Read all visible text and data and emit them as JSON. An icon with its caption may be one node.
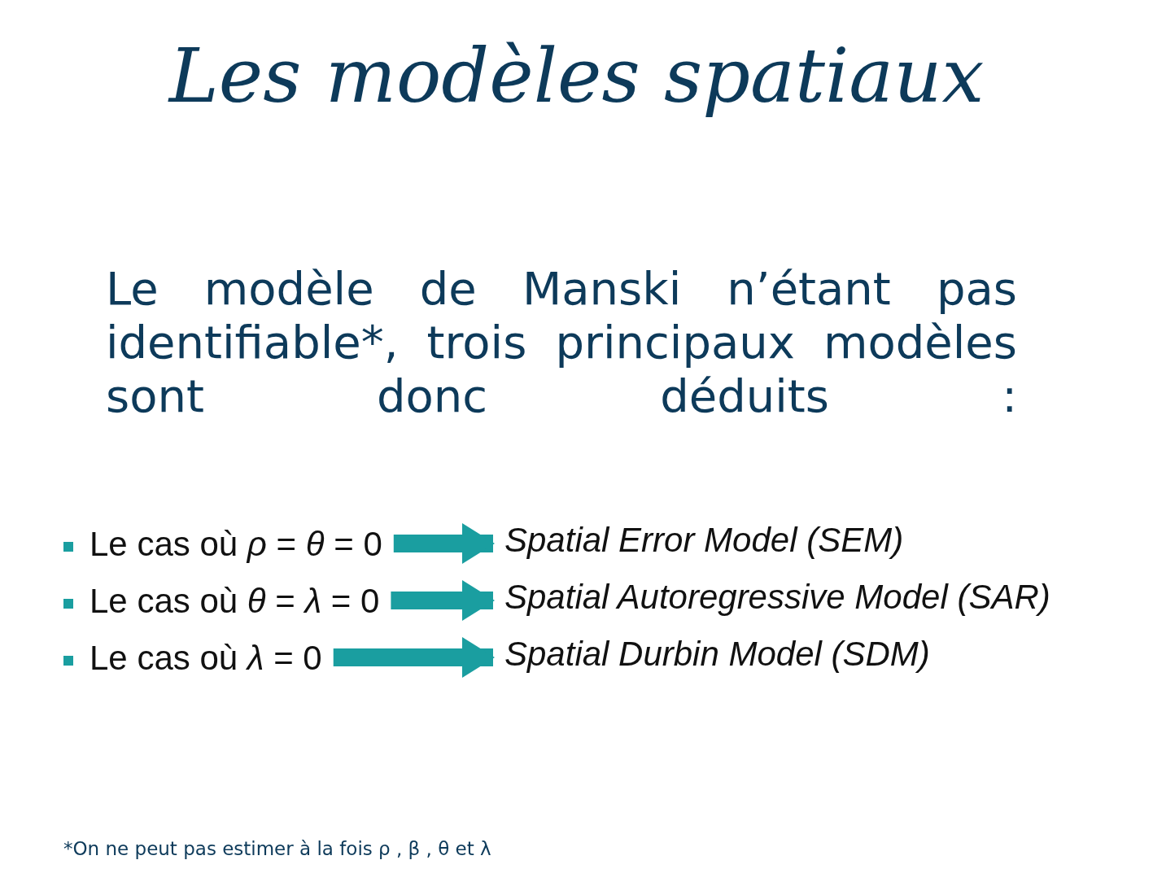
{
  "diagram": {
    "title": "Les modèles spatiaux",
    "nodes": [
      {
        "text": [
          "Le cas où *ρ* = *θ* = 0"
        ]
      },
      {
        "text": [
          "Spatial Error Model (SEM)"
        ]
      },
      {
        "text": [
          "Le cas où *θ* = *λ* = 0"
        ]
      },
      {
        "text": [
          "Spatial Autoregressive Model (SAR)"
        ]
      },
      {
        "text": [
          "Le cas où *λ* = 0"
        ]
      },
      {
        "text": [
          "Spatial Durbin Model (SDM)"
        ]
      }
    ],
    "edges": [
      {
        "from": 0,
        "to": 1,
        "arrow": "to"
      },
      {
        "from": 2,
        "to": 3,
        "arrow": "to"
      },
      {
        "from": 4,
        "to": 5,
        "arrow": "to"
      }
    ],
    "labels": [
      "Le modèle de Manski n’étant pas identifiable*, trois principaux modèles sont donc déduits :",
      "*On ne peut pas estimer à la fois ρ , β , θ et λ"
    ]
  }
}
